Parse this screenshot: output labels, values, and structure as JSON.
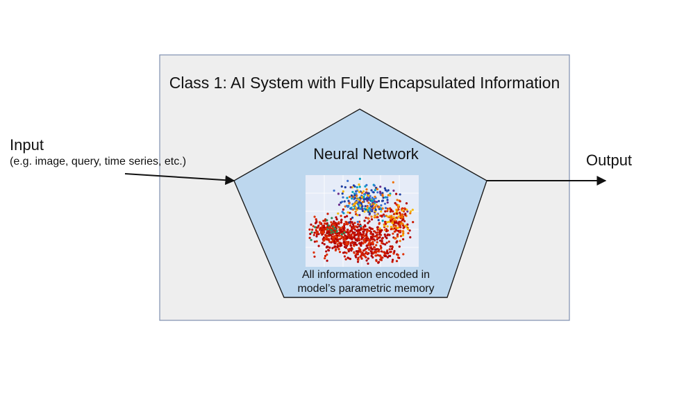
{
  "diagram": {
    "system_title": "Class 1: AI System with Fully Encapsulated Information",
    "network_title": "Neural Network",
    "input_title": "Input",
    "input_subtitle": "(e.g. image, query, time series, etc.)",
    "output_title": "Output",
    "memory_caption_line1": "All information encoded in",
    "memory_caption_line2": "model’s parametric memory"
  },
  "colors": {
    "system_box_fill": "#eeeeee",
    "system_box_stroke": "#7f8fb0",
    "pentagon_fill": "#bdd7ee",
    "pentagon_stroke": "#1a1a1a",
    "arrow": "#111111",
    "scatter_background": "#e6ecf8",
    "scatter_palette": [
      "#b30000",
      "#cc1a00",
      "#e03000",
      "#f07000",
      "#f5b800",
      "#1f3fa0",
      "#3a6fd0",
      "#00a0c0",
      "#6a2a8a",
      "#2e8b57"
    ]
  },
  "icons": {
    "embedding_plot": "embedding-scatter-plot-icon",
    "input_arrow": "arrow-right-icon",
    "output_arrow": "arrow-right-icon"
  }
}
